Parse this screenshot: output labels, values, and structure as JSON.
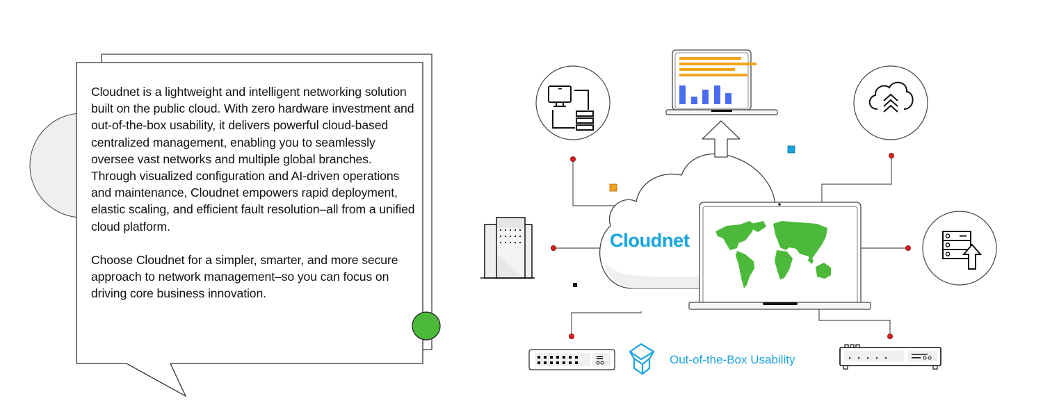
{
  "description": {
    "paragraphs": [
      "Cloudnet is a lightweight and intelligent networking solution built on the public cloud. With zero hardware investment and out-of-the-box usability, it delivers powerful cloud-based centralized management, enabling you to seamlessly oversee vast networks and multiple global branches. Through visualized configuration and AI-driven operations and maintenance, Cloudnet empowers rapid deployment, elastic scaling, and efficient fault resolution–all from a unified cloud platform.",
      "Choose Cloudnet for a simpler, smarter, and more secure approach to network management–so you can focus on driving core business innovation."
    ]
  },
  "diagram": {
    "cloud_label": "Cloudnet",
    "badge_label": "Out-of-the-Box Usability",
    "nodes": [
      {
        "id": "topology",
        "icon": "network-topology-icon"
      },
      {
        "id": "dashboard",
        "icon": "dashboard-laptop-icon"
      },
      {
        "id": "cloud-upload",
        "icon": "cloud-upload-icon"
      },
      {
        "id": "building",
        "icon": "office-building-icon"
      },
      {
        "id": "server-upgrade",
        "icon": "server-upgrade-icon"
      },
      {
        "id": "switch",
        "icon": "network-switch-icon"
      },
      {
        "id": "router",
        "icon": "router-icon"
      }
    ]
  },
  "colors": {
    "accent_blue": "#1aa4e0",
    "map_green": "#4cb93a",
    "connector_red": "#e02020",
    "dashboard_orange": "#f2a31b",
    "dashboard_blue": "#4a6cf0",
    "outline": "#333333"
  }
}
